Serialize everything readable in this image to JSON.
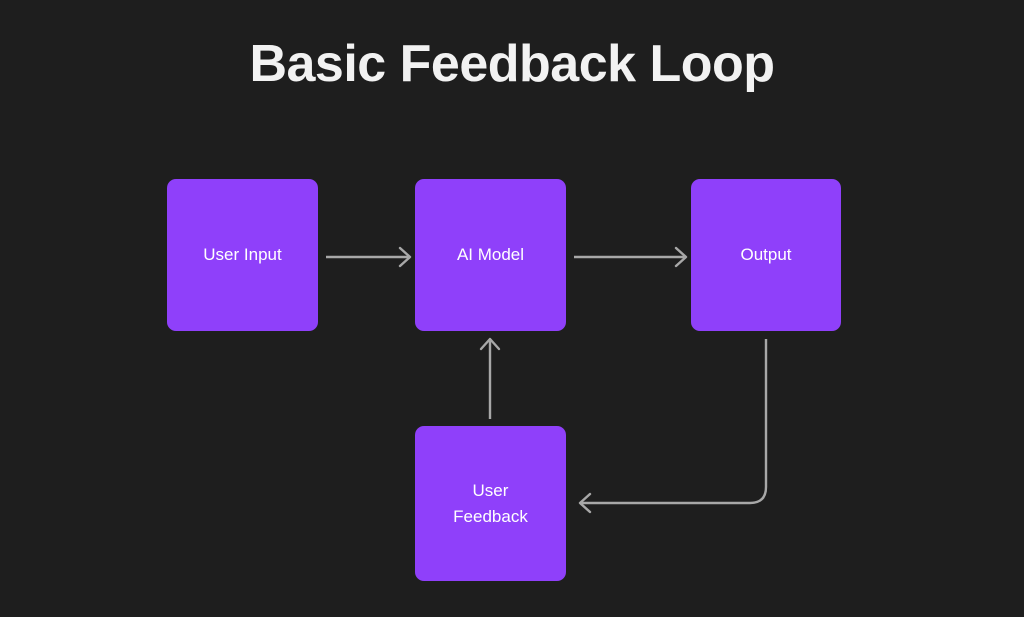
{
  "diagram": {
    "title": "Basic Feedback Loop",
    "background_color": "#1e1e1e",
    "node_color": "#8f40fa",
    "node_text_color": "#ffffff",
    "connector_color": "#a8a8a8",
    "title_color": "#f2f2f2",
    "nodes": [
      {
        "id": "user-input",
        "label": "User Input"
      },
      {
        "id": "ai-model",
        "label": "AI Model"
      },
      {
        "id": "output",
        "label": "Output"
      },
      {
        "id": "user-feedback",
        "label": "User\nFeedback"
      }
    ],
    "connectors": [
      {
        "id": "user-input-to-ai-model",
        "from": "User Input",
        "to": "AI Model",
        "direction": "right"
      },
      {
        "id": "ai-model-to-output",
        "from": "AI Model",
        "to": "Output",
        "direction": "right"
      },
      {
        "id": "output-to-user-feedback",
        "from": "Output",
        "to": "User Feedback",
        "direction": "down-left"
      },
      {
        "id": "user-feedback-to-ai-model",
        "from": "User Feedback",
        "to": "AI Model",
        "direction": "up"
      }
    ]
  }
}
